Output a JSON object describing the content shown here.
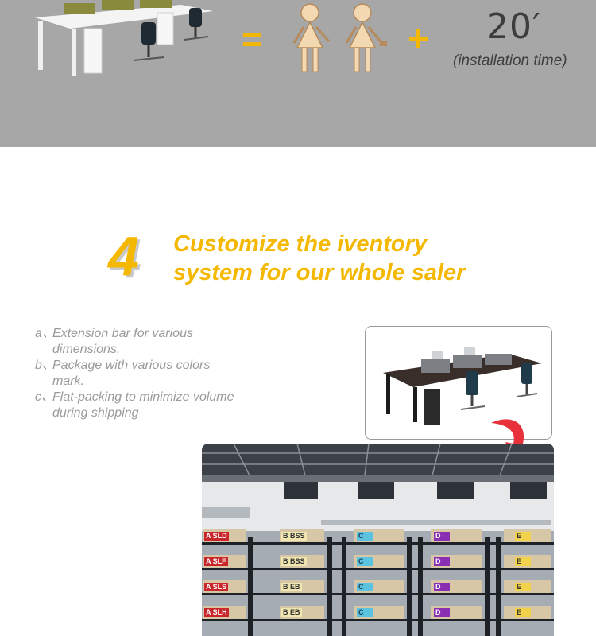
{
  "header": {
    "equals_symbol": "=",
    "plus_symbol": "+",
    "install_time": "20′",
    "install_time_label": "(installation time)"
  },
  "section": {
    "number": "4",
    "title_line_1": "Customize the iventory",
    "title_line_2": "system for our whole saler"
  },
  "features": [
    {
      "mark": "a、",
      "text": "Extension bar for various dimensions."
    },
    {
      "mark": "b、",
      "text": "Package with various colors mark."
    },
    {
      "mark": "c、",
      "text": "Flat-packing to minimize volume during shipping"
    }
  ],
  "warehouse": {
    "columns": [
      {
        "letter": "A",
        "labels": [
          "A SLD",
          "A SLF",
          "A SLS",
          "A SLH"
        ]
      },
      {
        "letter": "B",
        "labels": [
          "B BSS",
          "B BSS",
          "B EB",
          "B EB"
        ]
      },
      {
        "letter": "C",
        "labels": [
          "C",
          "C",
          "C",
          "C"
        ]
      },
      {
        "letter": "D",
        "labels": [
          "D",
          "D",
          "D",
          "D"
        ]
      },
      {
        "letter": "E",
        "labels": [
          "E",
          "E",
          "E",
          "E"
        ]
      }
    ]
  },
  "colors": {
    "accent": "#f5b800",
    "band": "#a7a7a7",
    "text_grey": "#9a9a9a",
    "arrow_red": "#e8313a"
  }
}
